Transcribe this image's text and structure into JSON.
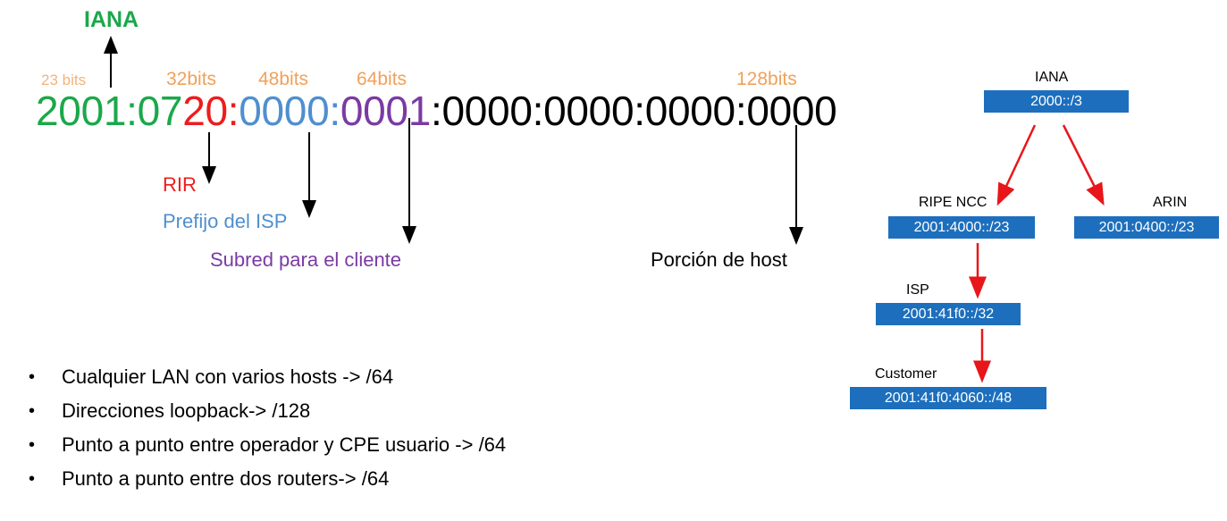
{
  "address_diagram": {
    "iana_label": "IANA",
    "bit_labels": {
      "b23": "23 bits",
      "b32": "32bits",
      "b48": "48bits",
      "b64": "64bits",
      "b128": "128bits"
    },
    "address": {
      "green": "2001:07",
      "red": "20:",
      "blue": "0000:",
      "purple": "0001",
      "black": ":0000:0000:0000:0000"
    },
    "descriptions": {
      "rir": "RIR",
      "isp_prefix": "Prefijo del ISP",
      "client_subnet": "Subred para el cliente",
      "host_portion": "Porción de host"
    },
    "colors": {
      "green": "#1aa84a",
      "red": "#ee1c1c",
      "blue": "#4f8fd0",
      "purple": "#7b3aa3",
      "orange": "#f0a15a"
    }
  },
  "bullets": [
    "Cualquier LAN con varios hosts -> /64",
    "Direcciones loopback-> /128",
    "Punto a punto entre operador y CPE usuario -> /64",
    "Punto a punto entre dos routers-> /64"
  ],
  "hierarchy": {
    "iana": {
      "label": "IANA",
      "prefix": "2000::/3"
    },
    "ripe": {
      "label": "RIPE NCC",
      "prefix": "2001:4000::/23"
    },
    "arin": {
      "label": "ARIN",
      "prefix": "2001:0400::/23"
    },
    "isp": {
      "label": "ISP",
      "prefix": "2001:41f0::/32"
    },
    "customer": {
      "label": "Customer",
      "prefix": "2001:41f0:4060::/48"
    },
    "box_color": "#1d6fbd",
    "arrow_color": "#e8161b"
  }
}
